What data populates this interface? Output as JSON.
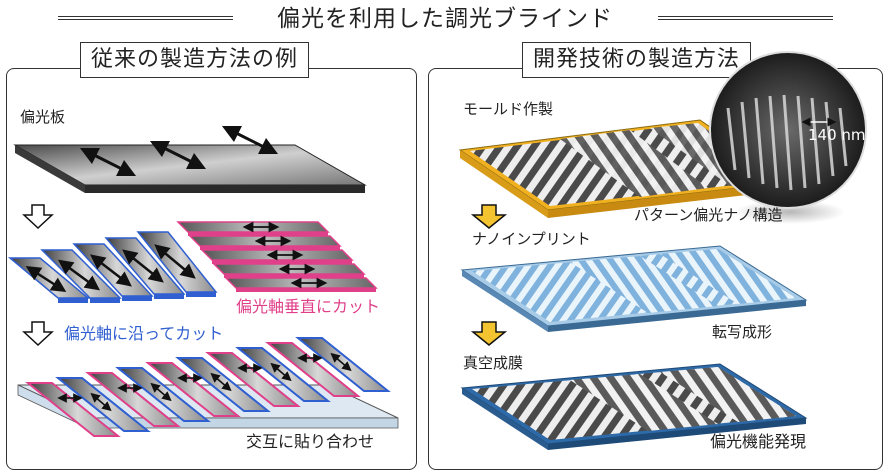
{
  "title": "偏光を利用した調光ブラインド",
  "left_panel": {
    "heading": "従来の製造方法の例",
    "step1": "偏光板",
    "cut_perpendicular": "偏光軸垂直にカット",
    "cut_parallel": "偏光軸に沿ってカット",
    "bond": "交互に貼り合わせ"
  },
  "right_panel": {
    "heading": "開発技術の製造方法",
    "mold": "モールド作製",
    "pattern": "パターン偏光ナノ構造",
    "scale_label": "140 nm",
    "nanoimprint": "ナノインプリント",
    "transfer": "転写成形",
    "vacuum": "真空成膜",
    "function": "偏光機能発現"
  },
  "colors": {
    "pink": "#e0408a",
    "blue": "#2f5fd0",
    "gold": "#f0b020",
    "arrow_yellow": "#f4c430",
    "light_blue": "#a8cce8"
  }
}
